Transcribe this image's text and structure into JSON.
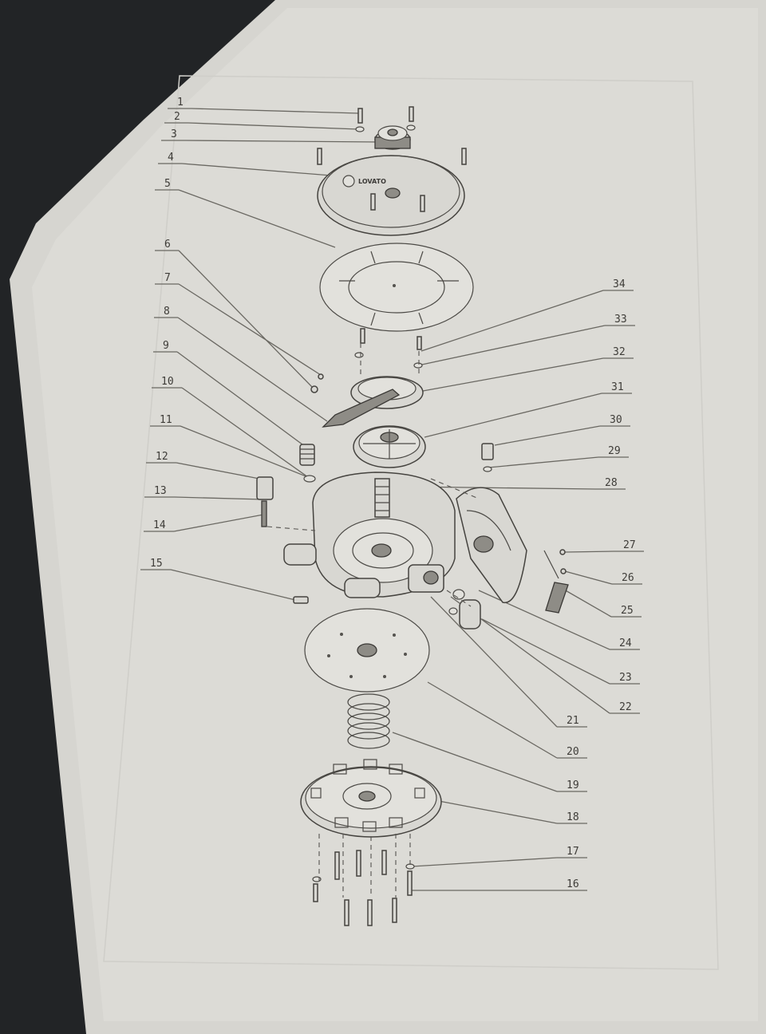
{
  "diagram": {
    "type": "exploded-parts-drawing",
    "subject": "pressure regulator / reducer assembly",
    "colors": {
      "page": "#dcdbd6",
      "ink": "#45433f",
      "background": "#222426"
    },
    "cover_stamp": {
      "text": "LOVATO",
      "kind": "logo"
    },
    "callouts_left": [
      "1",
      "2",
      "3",
      "4",
      "5",
      "6",
      "7",
      "8",
      "9",
      "10",
      "11",
      "12",
      "13",
      "14",
      "15"
    ],
    "callouts_right": [
      "34",
      "33",
      "32",
      "31",
      "30",
      "29",
      "28",
      "27",
      "26",
      "25",
      "24",
      "23",
      "22",
      "21",
      "20",
      "19",
      "18",
      "17",
      "16"
    ]
  }
}
